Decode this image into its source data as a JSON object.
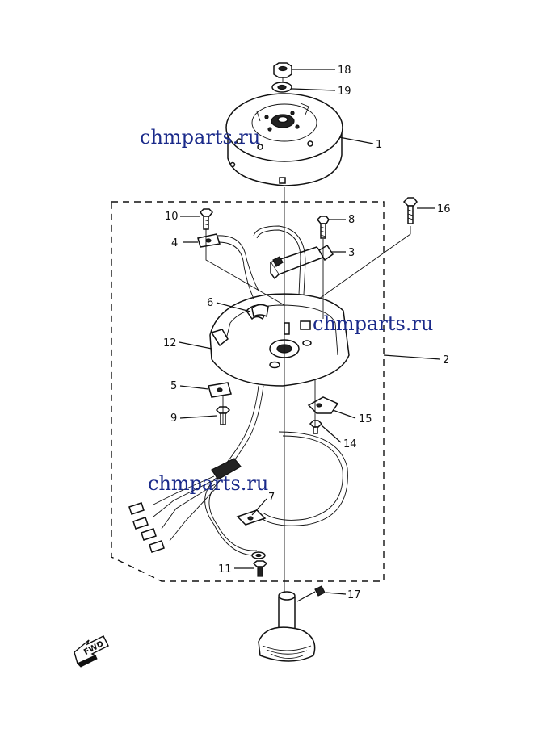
{
  "callouts": {
    "c1": "1",
    "c2": "2",
    "c3": "3",
    "c4": "4",
    "c5": "5",
    "c6": "6",
    "c7": "7",
    "c8": "8",
    "c9": "9",
    "c10": "10",
    "c11": "11",
    "c12": "12",
    "c14": "14",
    "c15": "15",
    "c16": "16",
    "c17": "17",
    "c18": "18",
    "c19": "19"
  },
  "watermarks": {
    "top": "chmparts.ru",
    "middle": "chmparts.ru",
    "bottom": "chmparts.ru"
  },
  "fwd_label": "FWD"
}
